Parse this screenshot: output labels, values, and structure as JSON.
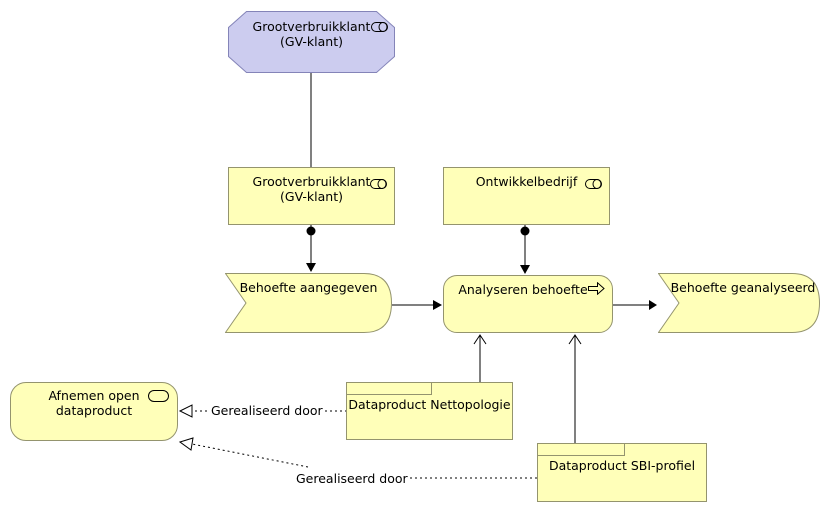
{
  "colors": {
    "background": "#ffffff",
    "role_fill": "#ccccef",
    "role_border": "#8484b8",
    "yellow_fill": "#ffffb9",
    "yellow_border": "#94946e",
    "line": "#000000",
    "text": "#000000"
  },
  "nodes": {
    "gv_klant_actor": {
      "label": "Grootverbruikklant\n(GV-klant)",
      "icon": "role-icon",
      "shape": "octagon"
    },
    "gv_klant_role": {
      "label": "Grootverbruikklant\n(GV-klant)",
      "icon": "role-icon",
      "shape": "rectangle"
    },
    "ontwikkelbedrijf": {
      "label": "Ontwikkelbedrijf",
      "icon": "role-icon",
      "shape": "rectangle"
    },
    "behoefte_aangegeven": {
      "label": "Behoefte aangegeven",
      "icon": "none",
      "shape": "event-flag"
    },
    "analyseren_behoefte": {
      "label": "Analyseren behoefte",
      "icon": "process-arrow-icon",
      "shape": "rounded-rectangle"
    },
    "behoefte_geanalyseerd": {
      "label": "Behoefte geanalyseerd",
      "icon": "none",
      "shape": "event-flag"
    },
    "afnemen_open_dataproduct": {
      "label": "Afnemen open\ndataproduct",
      "icon": "service-pill-icon",
      "shape": "rounded-rectangle"
    },
    "dataproduct_nettopologie": {
      "label": "Dataproduct Nettopologie",
      "icon": "none",
      "shape": "product"
    },
    "dataproduct_sbi_profiel": {
      "label": "Dataproduct SBI-profiel",
      "icon": "none",
      "shape": "product"
    }
  },
  "edges": {
    "realization_nettopologie": {
      "label": "Gerealiseerd door",
      "style": "dashed-hollow-triangle"
    },
    "realization_sbi": {
      "label": "Gerealiseerd door",
      "style": "dashed-hollow-triangle"
    },
    "assignment_gv_klant": {
      "label": "",
      "style": "ball-and-arrow"
    },
    "assignment_ontwikkelbedrijf": {
      "label": "",
      "style": "ball-and-arrow"
    },
    "trigger_aangegeven_analyseren": {
      "label": "",
      "style": "solid-filled-arrow"
    },
    "trigger_analyseren_geanalyseerd": {
      "label": "",
      "style": "solid-filled-arrow"
    },
    "serving_nettopologie": {
      "label": "",
      "style": "solid-open-arrow"
    },
    "serving_sbi": {
      "label": "",
      "style": "solid-open-arrow"
    },
    "association_actor_role": {
      "label": "",
      "style": "plain-line"
    }
  }
}
